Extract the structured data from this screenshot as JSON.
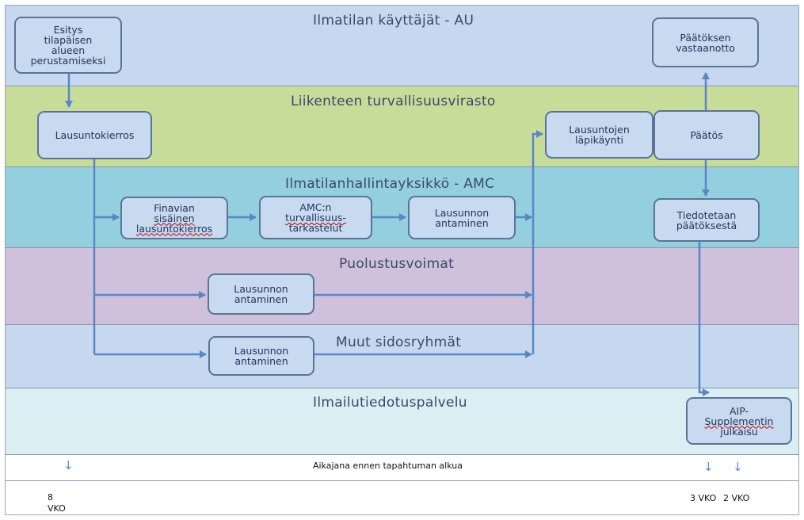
{
  "colors": {
    "lane_au": "#c6d8ef",
    "lane_traffic": "#c8dc9a",
    "lane_amc": "#94cfdf",
    "lane_defence": "#cfc0dc",
    "lane_others": "#c6d8ef",
    "lane_ais": "#dbeef4",
    "box_fill": "#c8daf0",
    "box_border": "#5a7497",
    "arrow": "#5b86c6"
  },
  "lanes": {
    "au": "Ilmatilan  käyttäjät - AU",
    "traffic": "Liikenteen turvallisuusvirasto",
    "amc": "Ilmatilanhallintayksikkö  - AMC",
    "defence": "Puolustusvoimat",
    "others": "Muut sidosryhmät",
    "ais": "Ilmailutiedotuspalvelu"
  },
  "boxes": {
    "esitys": [
      "Esitys",
      "tilapäisen",
      "alueen",
      "perustamiseksi"
    ],
    "paatoksen_vastaanotto": [
      "Päätöksen",
      "vastaanotto"
    ],
    "lausuntokierros": [
      "Lausuntokierros"
    ],
    "lausuntojen_lapikaynti": [
      "Lausuntojen",
      "läpikäynti"
    ],
    "paatos": [
      "Päätös"
    ],
    "finavian": [
      "Finavian",
      "sisäinen",
      "lausuntokierros"
    ],
    "amc_turvallisuus": [
      "AMC:n",
      "turvallisuus-",
      "tarkastelut"
    ],
    "amc_lausunnon": [
      "Lausunnon",
      "antaminen"
    ],
    "tiedotetaan": [
      "Tiedotetaan",
      "päätöksestä"
    ],
    "pv_lausunnon": [
      "Lausunnon",
      "antaminen"
    ],
    "muut_lausunnon": [
      "Lausunnon",
      "antaminen"
    ],
    "aip": [
      "AIP-",
      "Supplementin",
      "julkaisu"
    ]
  },
  "timeline": {
    "label": "Aikajana ennen tapahtuman alkua",
    "marker_8": "8",
    "marker_8_unit": "VKO",
    "marker_3": "3 VKO",
    "marker_2": "2 VKO",
    "arrow_glyph": "↓"
  }
}
